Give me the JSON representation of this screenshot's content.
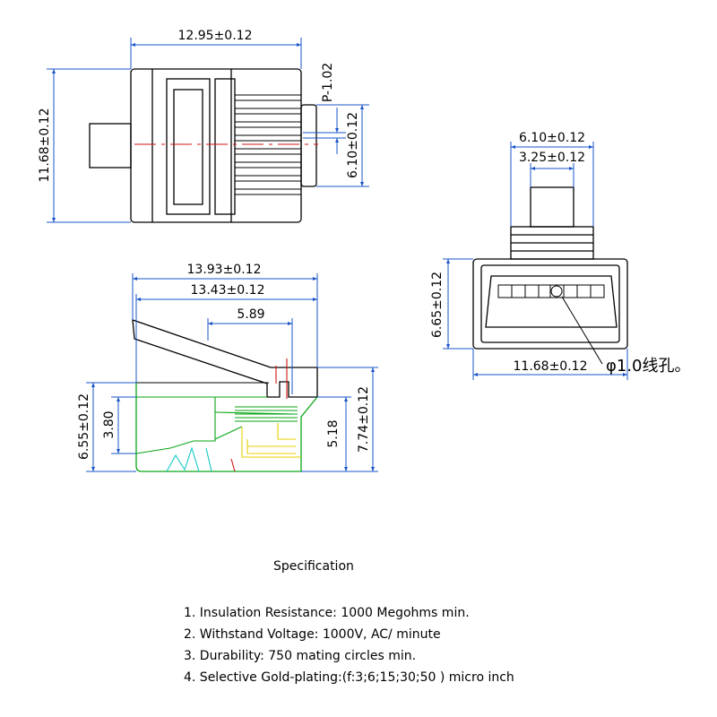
{
  "dimensions": {
    "top_width": "12.95±0.12",
    "top_height": "11.68±0.12",
    "top_pitch": "P-1.02",
    "top_contact_span": "6.10±0.12",
    "front_outer": "6.10±0.12",
    "front_inner": "3.25±0.12",
    "front_height": "6.65±0.12",
    "front_width": "11.68±0.12",
    "wire_hole_note": "φ1.0线孔。",
    "side_total_length": "13.93±0.12",
    "side_body_length": "13.43±0.12",
    "side_contact_offset": "5.89",
    "side_body_height": "6.55±0.12",
    "side_inner_height": "3.80",
    "side_contact_height": "5.18",
    "side_total_height": "7.74±0.12"
  },
  "spec": {
    "title": "Specification",
    "items": [
      "1. Insulation Resistance:  1000 Megohms min.",
      "2. Withstand Voltage: 1000V, AC/ minute",
      "3. Durability: 750 mating circles min.",
      "4. Selective Gold-plating:(f:3;6;15;30;50 ) micro inch"
    ]
  }
}
